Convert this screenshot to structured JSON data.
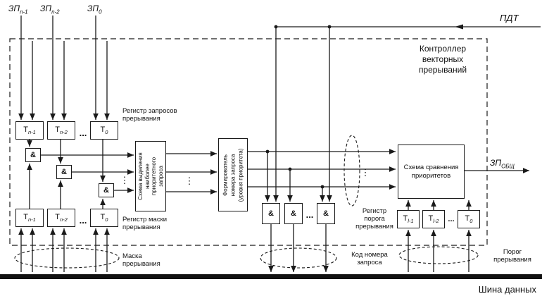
{
  "meta": {
    "bg": "#ffffff",
    "ink": "#1a1a1a"
  },
  "title": {
    "l1": "Контроллер",
    "l2": "векторных",
    "l3": "прерываний"
  },
  "signals": {
    "zp": "ЗП",
    "zp_sub_n1": "n-1",
    "zp_sub_n2": "n-2",
    "zp_sub_0": "0",
    "pdt": "ПДТ",
    "zp_out": "ЗП",
    "zp_out_sub": "ОБЩ"
  },
  "registers": {
    "t": "Т",
    "sub_n1": "n-1",
    "sub_n2": "n-2",
    "sub_0": "0",
    "sub_l1": "l-1",
    "sub_l2": "l-2"
  },
  "gates": {
    "amp": "&"
  },
  "dots": {
    "h": "...",
    "v": "⋮"
  },
  "blocks": {
    "selector": {
      "l1": "Схема выделения",
      "l2": "наиболее",
      "l3": "приоритетного",
      "l4": "запроса"
    },
    "former": {
      "l1": "Формирователь",
      "l2": "номера запроса",
      "l3": "(уровня приоритета)"
    },
    "comparator": {
      "l1": "Схема сравнения",
      "l2": "приоритетов"
    }
  },
  "labels": {
    "request_reg_1": "Регистр запросов",
    "request_reg_2": "прерывания",
    "mask_reg_1": "Регистр маски",
    "mask_reg_2": "прерывания",
    "threshold_reg_1": "Регистр",
    "threshold_reg_2": "порога",
    "threshold_reg_3": "прерывания",
    "mask_1": "Маска",
    "mask_2": "прерывания",
    "code_1": "Код номера",
    "code_2": "запроса",
    "threshold_1": "Порог",
    "threshold_2": "прерывания",
    "bus": "Шина данных"
  }
}
